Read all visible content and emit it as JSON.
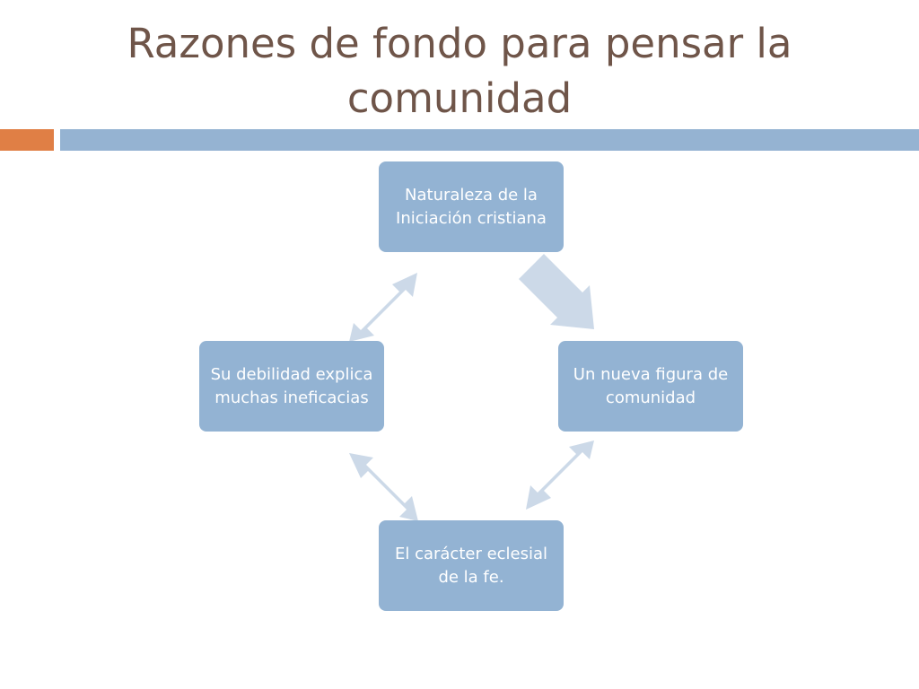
{
  "slide": {
    "title_line1": "Razones de fondo para pensar la",
    "title_line2": "comunidad"
  },
  "colors": {
    "title": "#6f5549",
    "accent_orange": "#e07f45",
    "accent_blue": "#95b3d2",
    "node_fill": "#93b3d3",
    "arrow_fill": "#ccd9e8",
    "node_text": "#ffffff"
  },
  "diagram": {
    "type": "cycle",
    "nodes": [
      {
        "id": "top",
        "label": "Naturaleza de la Iniciación cristiana"
      },
      {
        "id": "right",
        "label": "Un nueva figura de comunidad"
      },
      {
        "id": "bottom",
        "label": "El carácter eclesial de la fe."
      },
      {
        "id": "left",
        "label": "Su debilidad explica muchas ineficacias"
      }
    ],
    "connectors": [
      {
        "from": "top",
        "to": "right",
        "style": "double-arrow"
      },
      {
        "from": "right",
        "to": "bottom",
        "style": "double-arrow"
      },
      {
        "from": "bottom",
        "to": "left",
        "style": "double-arrow"
      },
      {
        "from": "left",
        "to": "top",
        "style": "double-arrow"
      }
    ]
  }
}
